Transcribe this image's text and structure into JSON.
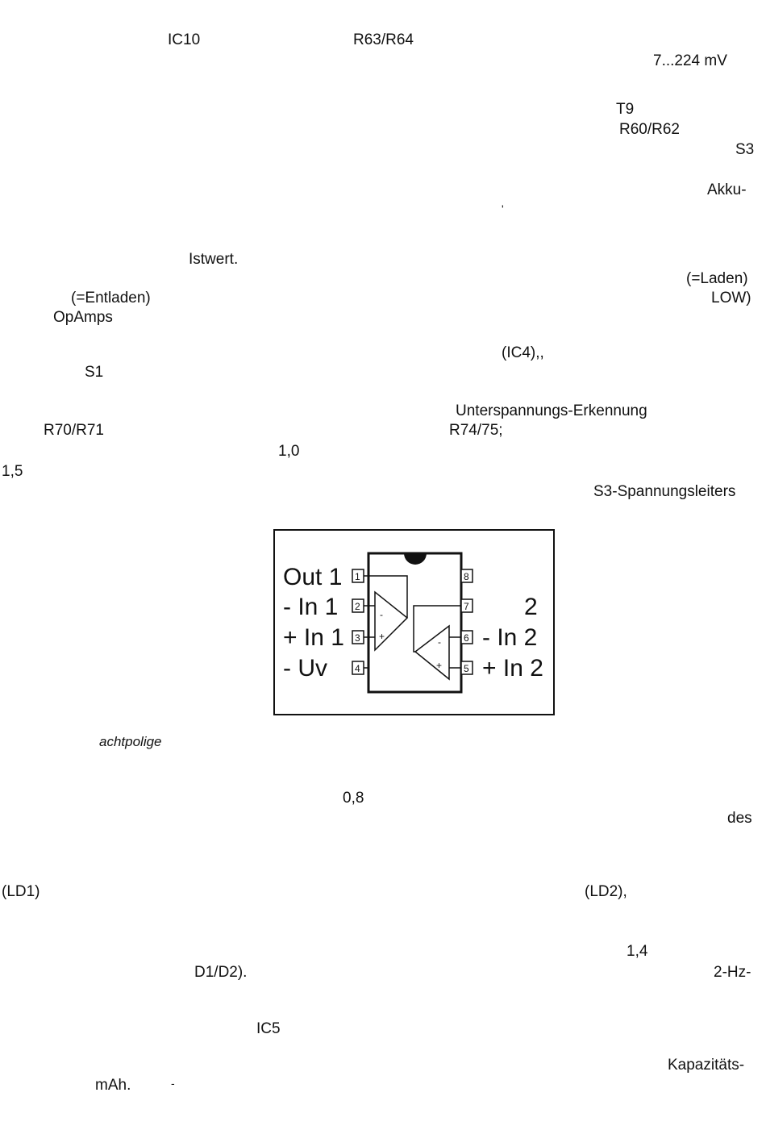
{
  "fragments": {
    "ic10": "IC10",
    "r63_r64": "R63/R64",
    "voltage_range": "7...224 mV",
    "t9": "T9",
    "r60_r62": "R60/R62",
    "s3": "S3",
    "akku": "Akku-",
    "istwert": "Istwert.",
    "laden": "(=Laden)",
    "entladen": "(=Entladen)",
    "low": "LOW)",
    "opamps": "OpAmps",
    "ic4": "(IC4),,",
    "s1": "S1",
    "unterspannung": "Unterspannungs-Erkennung",
    "r70_r71": "R70/R71",
    "r74_75": "R74/75;",
    "val_1_0": "1,0",
    "val_1_5": "1,5",
    "s3_leiter": "S3-Spannungsleiters",
    "achtpolige": "achtpolige",
    "val_0_8": "0,8",
    "des": "des",
    "ld1": "(LD1)",
    "ld2": "(LD2),",
    "val_1_4": "1,4",
    "d1_d2": "D1/D2).",
    "hz": "2-Hz-",
    "ic5": "IC5",
    "kapazitaet": "Kapazitäts-",
    "mah": "mAh.",
    "mark_dash": "-",
    "mark_tick": "'"
  },
  "figure": {
    "pins_left": [
      {
        "label": "Out 1",
        "num": "1"
      },
      {
        "label": "- In 1",
        "num": "2"
      },
      {
        "label": "+ In 1",
        "num": "3"
      },
      {
        "label": "- Uv",
        "num": "4"
      }
    ],
    "pins_right": [
      {
        "label": "",
        "num": "8"
      },
      {
        "label": "2",
        "num": "7"
      },
      {
        "label": "- In 2",
        "num": "6"
      },
      {
        "label": "+ In 2",
        "num": "5"
      }
    ],
    "opamp1_minus": "-",
    "opamp1_plus": "+",
    "opamp2_minus": "-",
    "opamp2_plus": "+"
  }
}
